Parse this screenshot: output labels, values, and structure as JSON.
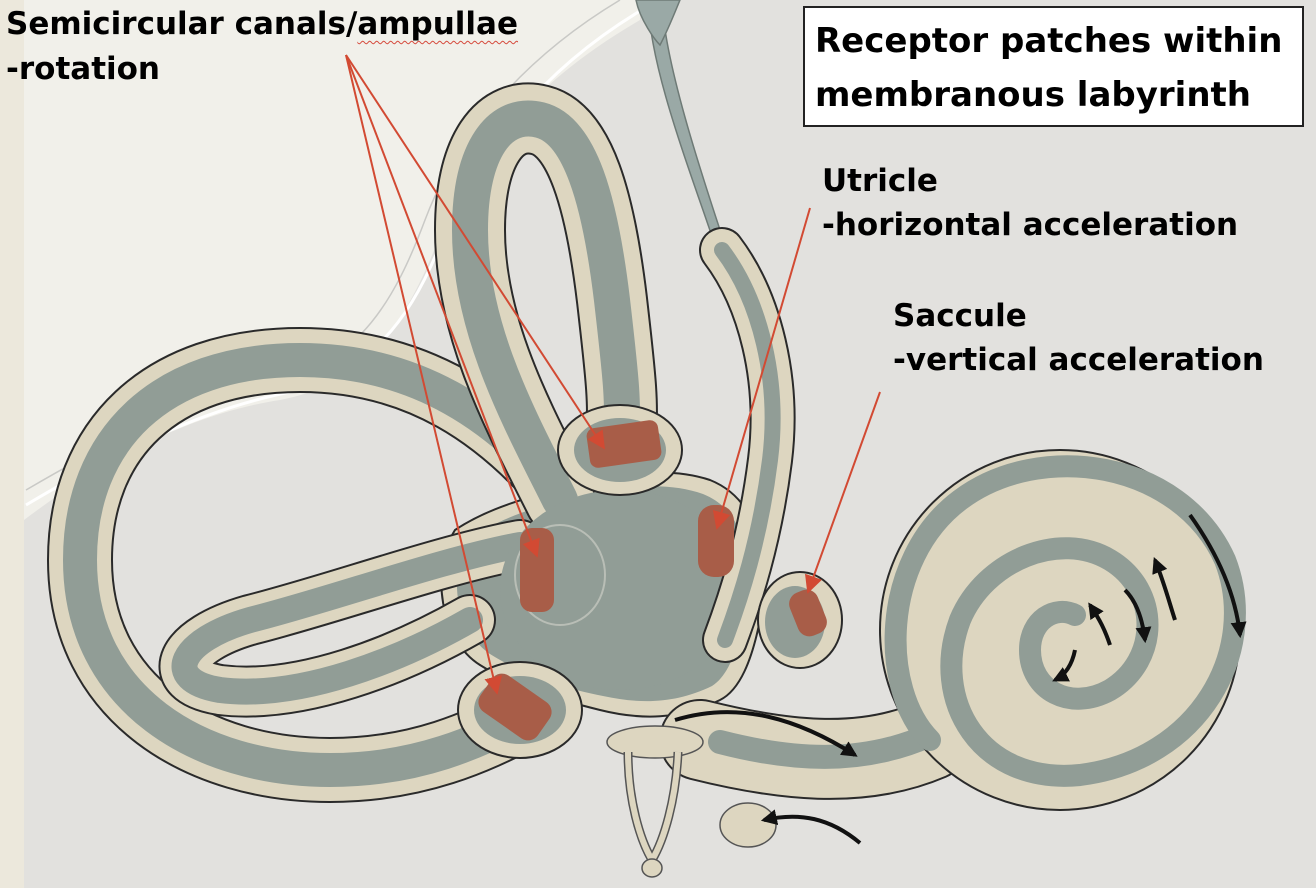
{
  "title_lines": [
    "Receptor patches within",
    "membranous labyrinth"
  ],
  "labels": {
    "semicircular": {
      "line1": {
        "text": "Semicircular canals/",
        "flagged": "ampullae"
      },
      "line2": "-rotation"
    },
    "utricle": {
      "line1": "Utricle",
      "line2": "-horizontal acceleration"
    },
    "saccule": {
      "line1": "Saccule",
      "line2": "-vertical acceleration"
    }
  },
  "colors": {
    "background": "#f1f0ea",
    "outer_region": "#e2e1de",
    "bone_wall": "#ddd6c0",
    "membrane": "#95a19a",
    "receptor_patch": "#a85d48",
    "pointer_arrow": "#d24a33",
    "flow_arrow": "#111111"
  }
}
